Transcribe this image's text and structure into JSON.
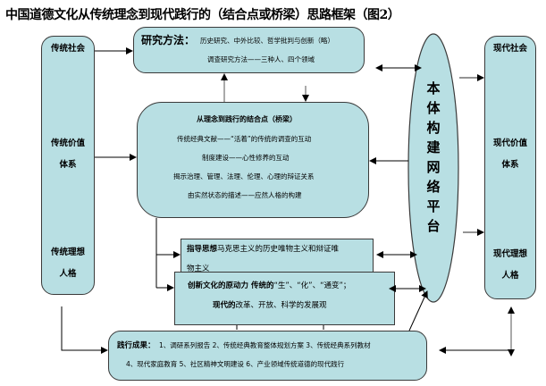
{
  "title": "中国道德文化从传统理念到现代践行的（结合点或桥梁）思路框架（图2）",
  "left_column": {
    "items": [
      "传统社会",
      "传统价值",
      "体系",
      "传统理想",
      "人格"
    ]
  },
  "right_column": {
    "items": [
      "现代社会",
      "现代价值",
      "体系",
      "现代理想",
      "人格"
    ]
  },
  "research_methods": {
    "heading": "研究方法：",
    "line1": "历史研究、中外比较、哲学批判与创新（略）",
    "line2": "调查研究方法——三种人、四个领域"
  },
  "bridge": {
    "heading": "从理念到践行的结合点（桥梁）",
    "lines": [
      "传统经典文献——“活着”的传统的调查的互动",
      "制度建设——心性修养的互动",
      "揭示治理、管理、法理、伦理、心理的辩证关系",
      "由实然状态的描述——应然人格的构建"
    ]
  },
  "guiding_thought": {
    "heading": "指导思想",
    "text": "马克思主义的历史唯物主义和辩证唯",
    "overflow": "物主义"
  },
  "innovation": {
    "heading": "创新文化的原动力  传统的",
    "quote_text": "“生”、“化”、“通变”；",
    "line2_bold": "现代的",
    "line2_rest": "改革、开放、科学的发展观"
  },
  "platform": {
    "chars": [
      "本",
      "体",
      "构",
      "建",
      "网",
      "络",
      "平",
      "台"
    ]
  },
  "outcomes": {
    "heading": "践行成果：",
    "line1": "1、调研系列报告    2、传统经典教育整体规划方案    3、传统经典系列教材",
    "line2": "4、现代家庭教育      5、社区精神文明建设      6、产业领域传统道德的现代践行"
  },
  "colors": {
    "box_fill": "#b8dfe3",
    "border": "#3a3a3a",
    "arrow": "#000000"
  }
}
